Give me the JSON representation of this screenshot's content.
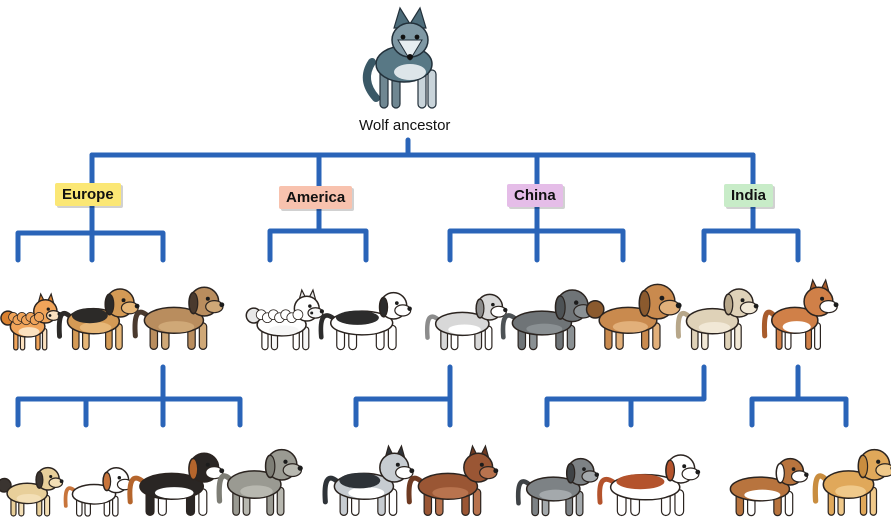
{
  "root": {
    "label": "Wolf ancestor",
    "icon": "wolf-icon"
  },
  "colors": {
    "connector": "#2a64b8",
    "europe": "#fbe775",
    "america": "#f8c2ae",
    "china": "#e5bde8",
    "india": "#c8ecc8"
  },
  "regions": [
    {
      "label": "Europe",
      "breeds": [
        "pomeranian-icon",
        "airedale-terrier-icon",
        "mastiff-icon"
      ],
      "descendants": [
        "pug-icon",
        "bulldog-icon",
        "bernese-mountain-dog-icon",
        "weimaraner-icon"
      ]
    },
    {
      "label": "America",
      "breeds": [
        "samoyed-icon",
        "border-collie-icon"
      ],
      "descendants": [
        "siberian-husky-icon",
        "kelpie-icon"
      ]
    },
    {
      "label": "China",
      "breeds": [
        "pit-bull-icon",
        "neapolitan-mastiff-icon",
        "shar-pei-icon"
      ],
      "descendants": [
        "cocker-spaniel-icon",
        "irish-red-and-white-setter-icon"
      ]
    },
    {
      "label": "India",
      "breeds": [
        "greyhound-icon",
        "boxer-icon"
      ],
      "descendants": [
        "rough-collie-icon",
        "golden-retriever-icon"
      ]
    }
  ]
}
